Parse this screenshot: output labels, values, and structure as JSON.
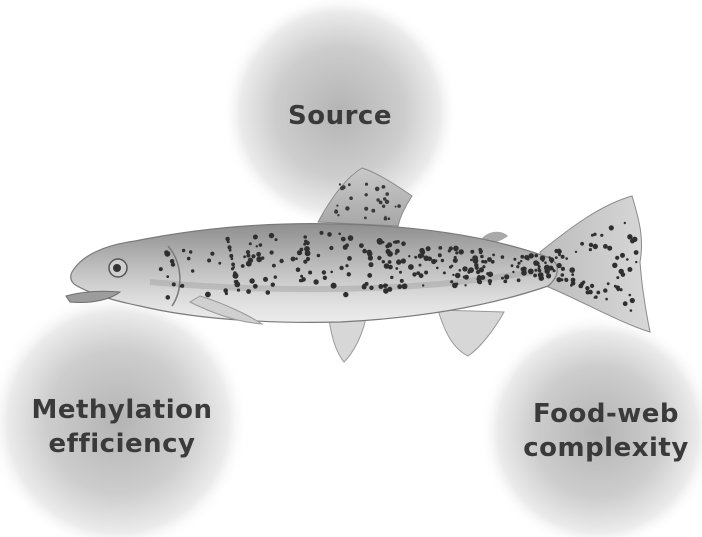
{
  "factors": {
    "source": "Source",
    "methylation": [
      "Methylation",
      "efficiency"
    ],
    "foodweb": [
      "Food-web",
      "complexity"
    ]
  },
  "icons": {
    "center_image": "fish-icon",
    "factor_marker": "gray-circle-icon"
  },
  "colors": {
    "circle_center": "#b4b4b4",
    "circle_edge": "#ffffff",
    "label_text": "#3a3a3a",
    "fish_body": "#bdbdbd",
    "fish_belly": "#e4e4e4",
    "fish_spots": "#2f2f2f"
  }
}
